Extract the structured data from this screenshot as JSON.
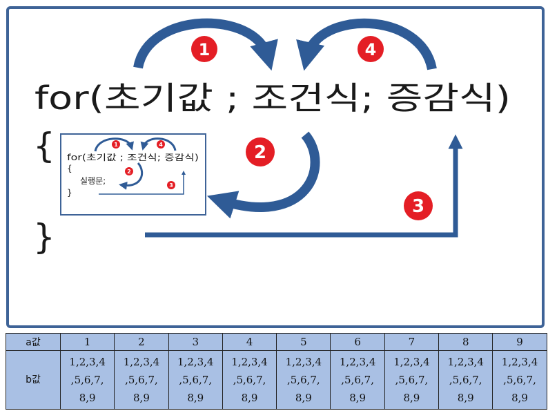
{
  "diagram": {
    "code_line": "for(초기값 ; 조건식; 증감식)",
    "open_brace": "{",
    "close_brace": "}",
    "steps": [
      "1",
      "2",
      "3",
      "4"
    ],
    "colors": {
      "frame": "#3E6397",
      "arrow": "#2F5B96",
      "badge": "#E41E25",
      "table_bg": "#A9C0E4"
    },
    "inset": {
      "line1": "for(초기값 ; 조건식; 증감식)",
      "line2": "{",
      "line3": "실행문;",
      "line4": "}",
      "steps": [
        "1",
        "4",
        "2",
        "3"
      ]
    }
  },
  "table": {
    "row_a_header": "a값",
    "row_b_header": "b값",
    "a_values": [
      "1",
      "2",
      "3",
      "4",
      "5",
      "6",
      "7",
      "8",
      "9"
    ],
    "b_value_lines": [
      "1,2,3,4",
      ",5,6,7,",
      "8,9"
    ]
  }
}
